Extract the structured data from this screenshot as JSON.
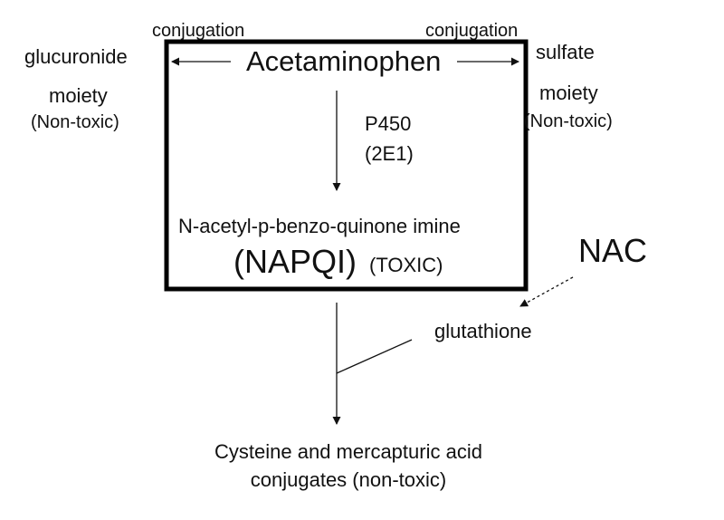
{
  "diagram": {
    "center_compound": "Acetaminophen",
    "left_pathway": {
      "reaction": "conjugation",
      "product_line1": "glucuronide",
      "product_line2": "moiety",
      "note": "(Non-toxic)"
    },
    "right_pathway": {
      "reaction": "conjugation",
      "product_line1": "sulfate",
      "product_line2": "moiety",
      "note": "(Non-toxic)"
    },
    "oxidation": {
      "enzyme_line1": "P450",
      "enzyme_line2": "(2E1)"
    },
    "metabolite": {
      "full_name": "N-acetyl-p-benzo-quinone imine",
      "abbreviation": "(NAPQI)",
      "toxicity": "(TOXIC)"
    },
    "antidote": "NAC",
    "cofactor": "glutathione",
    "final_product": {
      "line1": "Cysteine and mercapturic acid",
      "line2": "conjugates (non-toxic)"
    }
  }
}
